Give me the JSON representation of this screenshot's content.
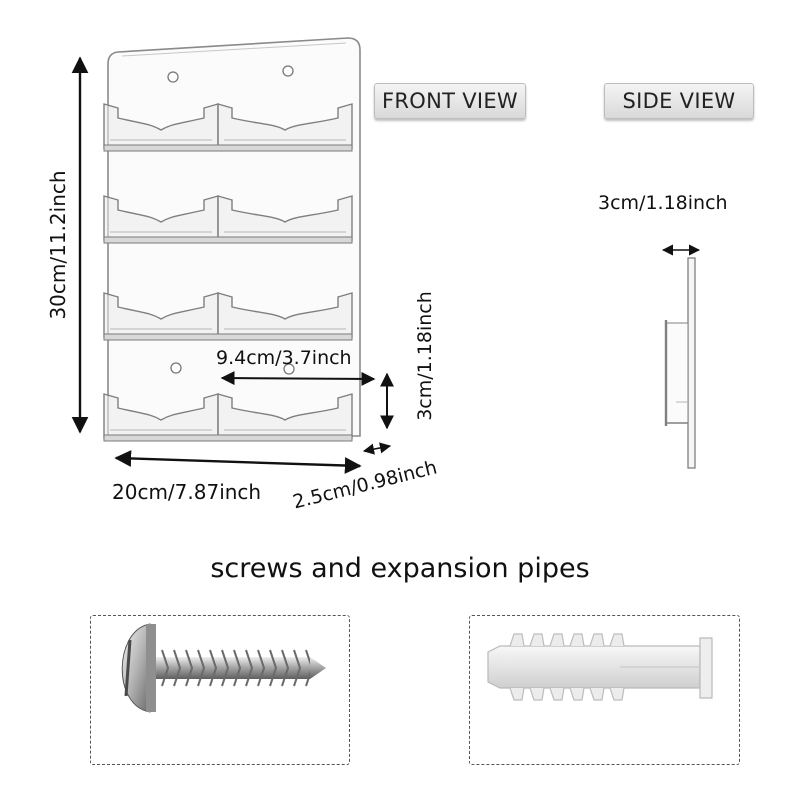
{
  "views": {
    "front_label": "FRONT VIEW",
    "side_label": "SIDE VIEW"
  },
  "dimensions": {
    "height": "30cm/11.2inch",
    "width": "20cm/7.87inch",
    "depth": "2.5cm/0.98inch",
    "pocket_width": "9.4cm/3.7inch",
    "pocket_height": "3cm/1.18inch",
    "side_thickness": "3cm/1.18inch"
  },
  "accessories": {
    "caption": "screws and expansion pipes"
  },
  "colors": {
    "acrylic_edge": "#7f7f7f",
    "dimension_line": "#111111",
    "box_border": "#555555"
  }
}
